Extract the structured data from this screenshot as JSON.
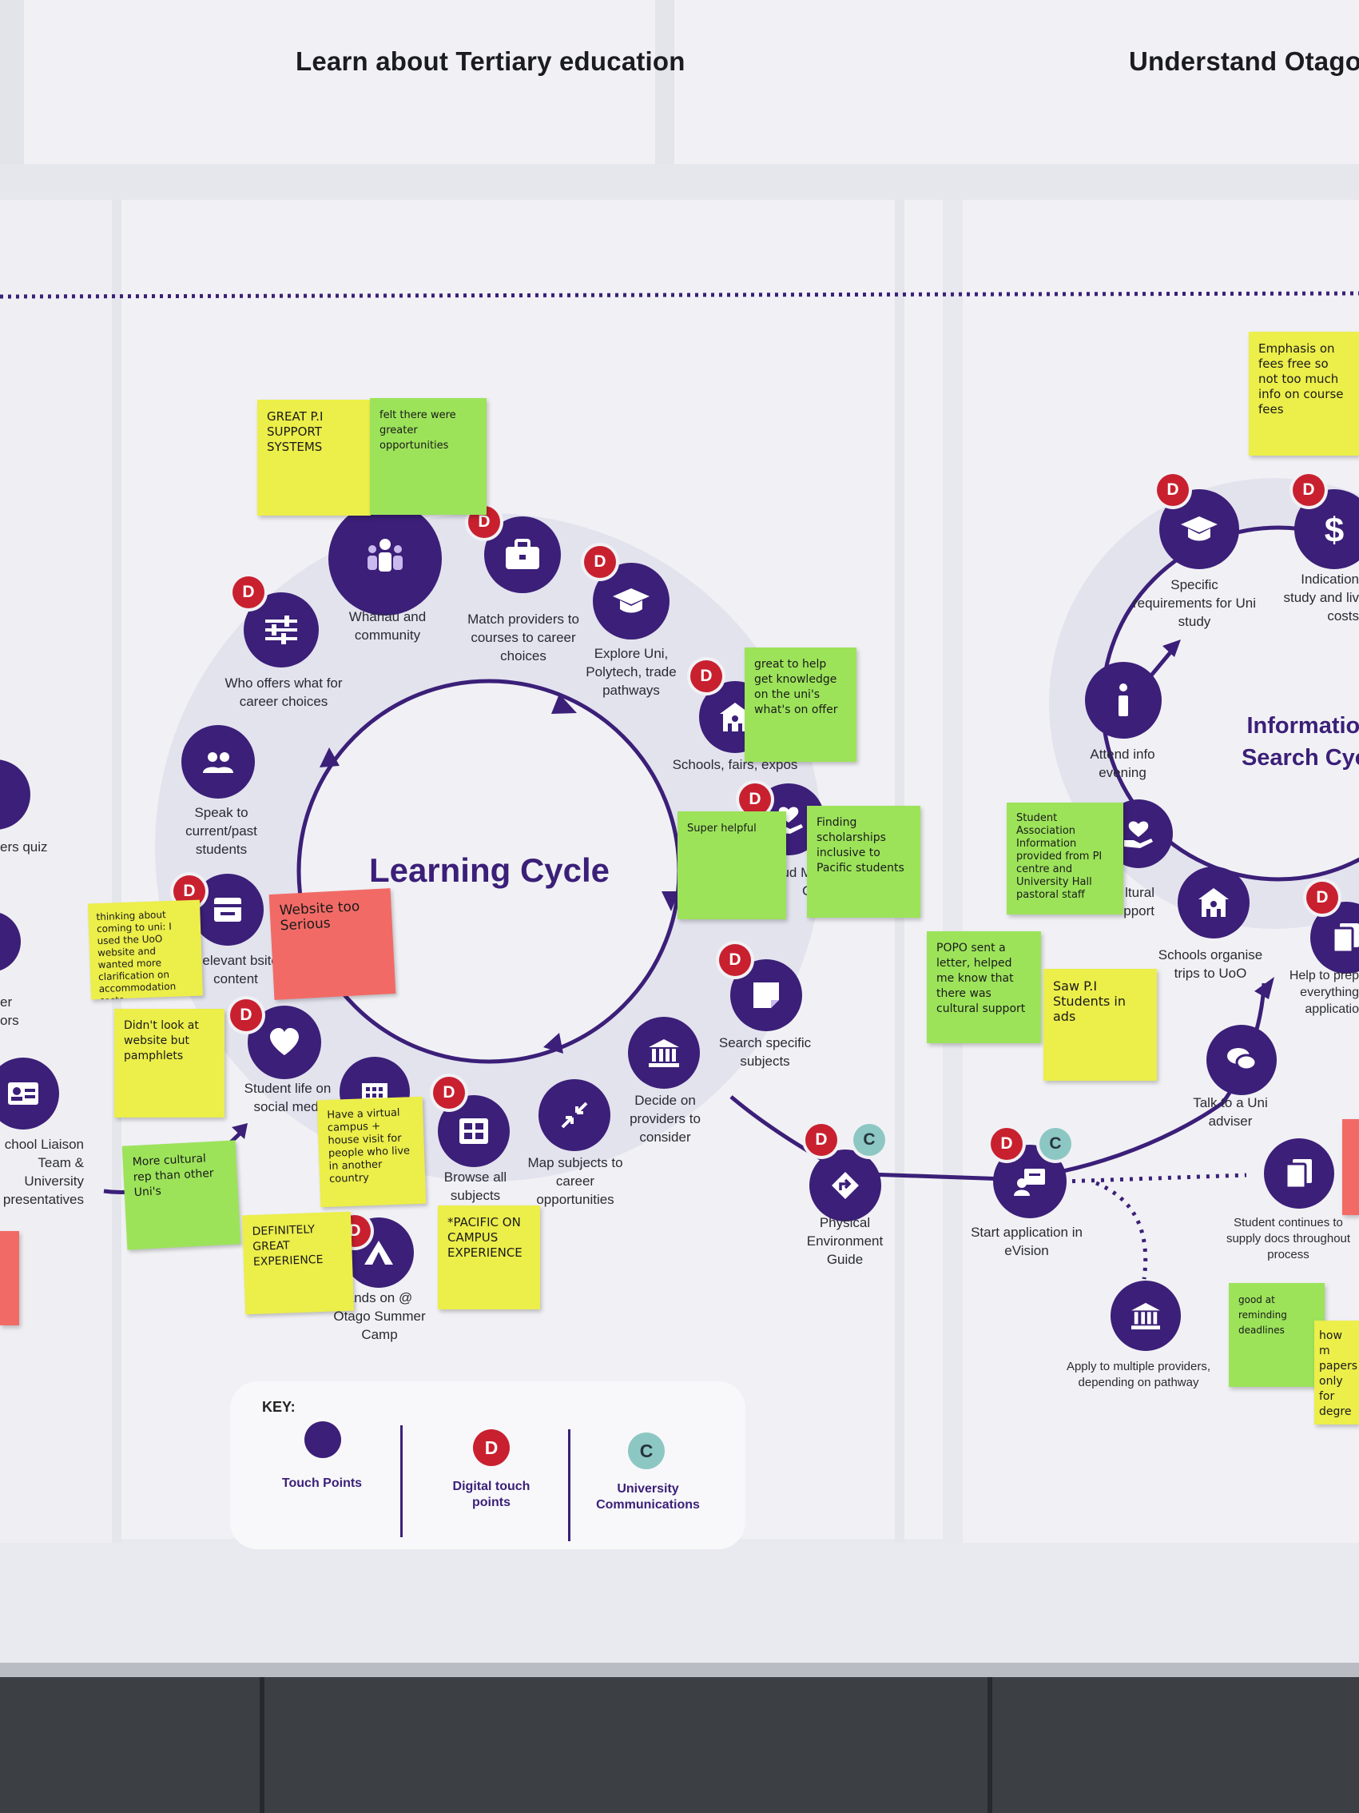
{
  "headers": {
    "left": "Learn about Tertiary education",
    "right": "Understand Otago"
  },
  "learning_cycle": {
    "title": "Learning Cycle",
    "touchpoints": [
      {
        "label": "Whānau and community",
        "icon": "family-icon",
        "digital": false
      },
      {
        "label": "Match providers to courses to career choices",
        "icon": "briefcase-icon",
        "digital": true
      },
      {
        "label": "Explore Uni, Polytech, trade pathways",
        "icon": "graduation-cap-icon",
        "digital": true
      },
      {
        "label": "Schools, fairs, expos",
        "icon": "school-icon",
        "digital": true
      },
      {
        "label": "ser tud Mac PI Centre",
        "icon": "hand-heart-icon",
        "digital": true
      },
      {
        "label": "Search specific subjects",
        "icon": "note-icon",
        "digital": true
      },
      {
        "label": "Decide on providers to consider",
        "icon": "institution-icon",
        "digital": false
      },
      {
        "label": "Map subjects to career opportunities",
        "icon": "arrows-in-icon",
        "digital": false
      },
      {
        "label": "Browse all subjects",
        "icon": "grid-icon",
        "digital": true
      },
      {
        "label": "Student life on social medi",
        "icon": "heart-icon",
        "digital": true
      },
      {
        "label": "Relevant bsite content",
        "icon": "browser-icon",
        "digital": true
      },
      {
        "label": "Speak to current/past students",
        "icon": "people-icon",
        "digital": false
      },
      {
        "label": "Who offers what for career choices",
        "icon": "sliders-icon",
        "digital": true
      },
      {
        "label": "ands on @ Otago Summer Camp",
        "icon": "tent-icon",
        "digital": true
      }
    ],
    "edge_labels": {
      "quiz": "ers quiz",
      "er_ors": "er ors",
      "liaison": "chool Liaison Team & University presentatives"
    }
  },
  "journey": {
    "physical_guide": "Physical Environment Guide",
    "start_application": "Start application in eVision",
    "apply_multiple": "Apply to multiple providers, depending on pathway",
    "student_continues": "Student continues to supply docs throughout process",
    "talk_adviser": "Talk to a Uni adviser"
  },
  "info_cycle": {
    "title_line1": "Information",
    "title_line2": "Search Cycl",
    "specific_requirements": "Specific requirements for Uni study",
    "indication": "Indication study and liv costs",
    "attend_info": "Attend info evening",
    "cultural": "ltural pport",
    "schools_organise": "Schools organise trips to UoO",
    "help_prep": "Help to prep everything applicatio"
  },
  "sticky_notes": [
    {
      "text": "GREAT P.I SUPPORT SYSTEMS",
      "color": "yellow"
    },
    {
      "text": "felt there were greater opportunities",
      "color": "green"
    },
    {
      "text": "great to help get knowledge on the uni's what's on offer",
      "color": "green"
    },
    {
      "text": "Super helpful",
      "color": "green"
    },
    {
      "text": "Finding scholarships inclusive to Pacific students",
      "color": "green"
    },
    {
      "text": "Website too Serious",
      "color": "red"
    },
    {
      "text": "thinking about coming to uni: I used the UoO website and wanted more clarification on accommodation costs",
      "color": "yellow"
    },
    {
      "text": "Didn't look at website but pamphlets",
      "color": "yellow"
    },
    {
      "text": "More cultural rep than other Uni's",
      "color": "green"
    },
    {
      "text": "Have a virtual campus + house visit for people who live in another country",
      "color": "yellow"
    },
    {
      "text": "DEFINITELY GREAT EXPERIENCE",
      "color": "yellow"
    },
    {
      "text": "*PACIFIC ON CAMPUS EXPERIENCE",
      "color": "yellow"
    },
    {
      "text": "Student Association Information provided from PI centre and University Hall pastoral staff",
      "color": "green"
    },
    {
      "text": "POPO sent a letter, helped me know that there was cultural support",
      "color": "green"
    },
    {
      "text": "Saw P.I Students in ads",
      "color": "yellow"
    },
    {
      "text": "Emphasis on fees free so not too much info on course fees",
      "color": "yellow"
    },
    {
      "text": "good at reminding deadlines",
      "color": "green"
    },
    {
      "text": "how m papers only for degre",
      "color": "yellow"
    }
  ],
  "key": {
    "title": "KEY:",
    "touch": "Touch Points",
    "digital": "Digital touch points",
    "comms": "University Communications",
    "d_letter": "D",
    "c_letter": "C"
  },
  "colors": {
    "touchpoint": "#3b1f78",
    "digital": "#c8202f",
    "communications": "#8cc7c3",
    "sticky_yellow": "#ecee4a",
    "sticky_green": "#9ce35a",
    "sticky_red": "#f26a66"
  }
}
